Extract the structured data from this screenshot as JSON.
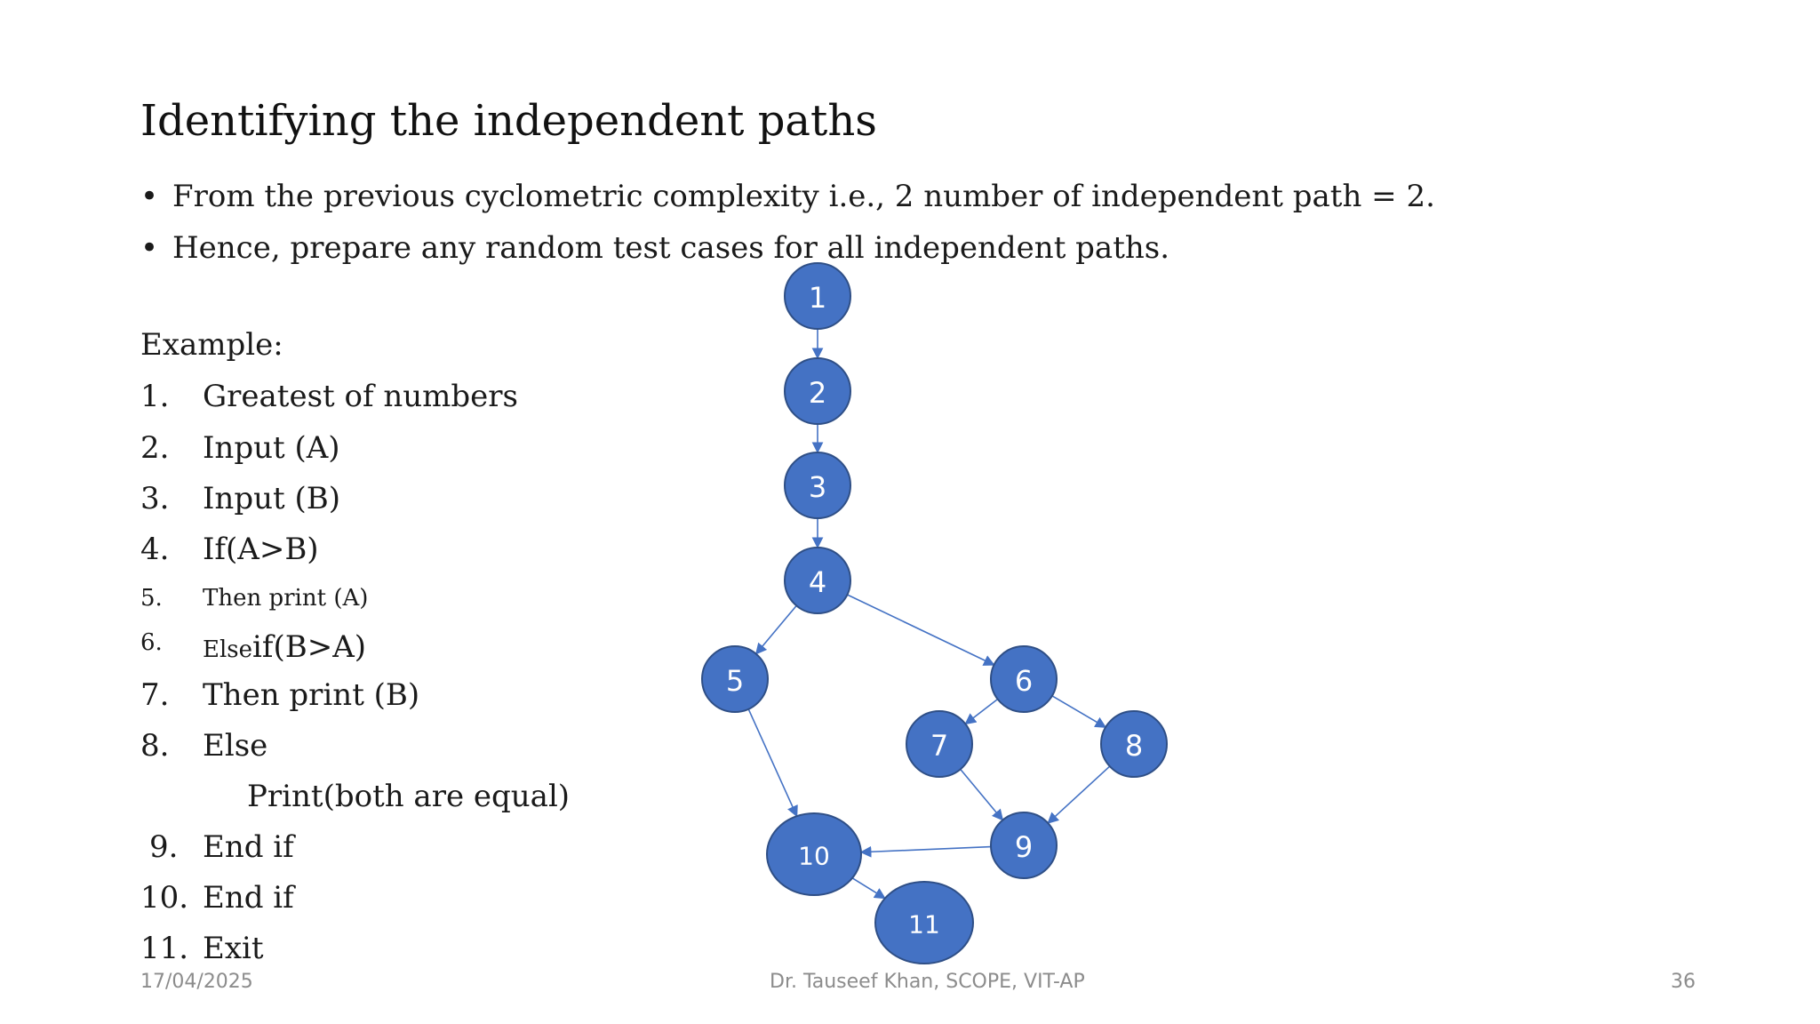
{
  "title": "Identifying the independent paths",
  "bullets": [
    "From the previous cyclometric complexity i.e., 2 number of independent path = 2.",
    "Hence, prepare any random test cases for all independent paths."
  ],
  "example_heading": "Example:",
  "algorithm": [
    {
      "num": "1.",
      "text": "Greatest of numbers"
    },
    {
      "num": "2.",
      "text": "Input (A)"
    },
    {
      "num": "3.",
      "text": "Input (B)"
    },
    {
      "num": "4.",
      "text": "If(A>B)"
    },
    {
      "num": "5.",
      "text": "Then print (A)"
    },
    {
      "num": "6.",
      "text_small": "Else",
      "text_big": "if(B>A)"
    },
    {
      "num": "7.",
      "text": "Then print (B)"
    },
    {
      "num": "8.",
      "text": "Else"
    },
    {
      "num": "",
      "text": "Print(both are equal)"
    },
    {
      "num": "9.",
      "text": "End if"
    },
    {
      "num": "10.",
      "text": "End if"
    },
    {
      "num": "11.",
      "text": "Exit"
    }
  ],
  "graph": {
    "node_color": "#4472c4",
    "node_border": "#2f4f86",
    "nodes": [
      "1",
      "2",
      "3",
      "4",
      "5",
      "6",
      "7",
      "8",
      "9",
      "10",
      "11"
    ],
    "edges": [
      [
        "1",
        "2"
      ],
      [
        "2",
        "3"
      ],
      [
        "3",
        "4"
      ],
      [
        "4",
        "5"
      ],
      [
        "4",
        "6"
      ],
      [
        "5",
        "10"
      ],
      [
        "6",
        "7"
      ],
      [
        "6",
        "8"
      ],
      [
        "7",
        "9"
      ],
      [
        "8",
        "9"
      ],
      [
        "9",
        "10"
      ],
      [
        "10",
        "11"
      ]
    ]
  },
  "footer": {
    "date": "17/04/2025",
    "author": "Dr. Tauseef Khan, SCOPE, VIT-AP",
    "page": "36"
  }
}
